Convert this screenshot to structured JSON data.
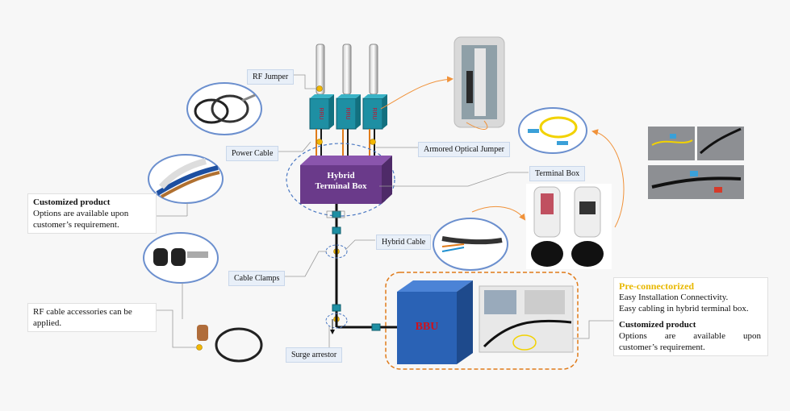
{
  "labels": {
    "rf_jumper": "RF Jumper",
    "power_cable": "Power Cable",
    "armored_optical_jumper": "Armored Optical Jumper",
    "terminal_box": "Terminal Box",
    "hybrid_cable": "Hybrid Cable",
    "cable_clamps": "Cable Clamps",
    "surge_arrestor": "Surge arrestor"
  },
  "hybrid_box": {
    "line1": "Hybrid",
    "line2": "Terminal Box"
  },
  "rru_label": "RRU",
  "bbu_label": "BBU",
  "note_customized_left": {
    "title": "Customized product",
    "line1": "Options are available  upon",
    "line2": "customer’s requirement."
  },
  "note_rf_accessories": {
    "line1": "RF cable accessories can be",
    "line2": "applied."
  },
  "note_right": {
    "title": "Pre-connectorized",
    "line1": "Easy Installation Connectivity.",
    "line2": "Easy cabling in hybrid terminal box.",
    "title2": "Customized product",
    "line3": "Options        are        available        upon",
    "line4": "customer’s requirement."
  },
  "colors": {
    "rru": "#1e8fa3",
    "hybrid_box": "#6a3a8a",
    "bbu": "#2a62b5",
    "accent_orange": "#f0923a",
    "label_bg": "#e8eff8",
    "marker": "#f2b705"
  }
}
